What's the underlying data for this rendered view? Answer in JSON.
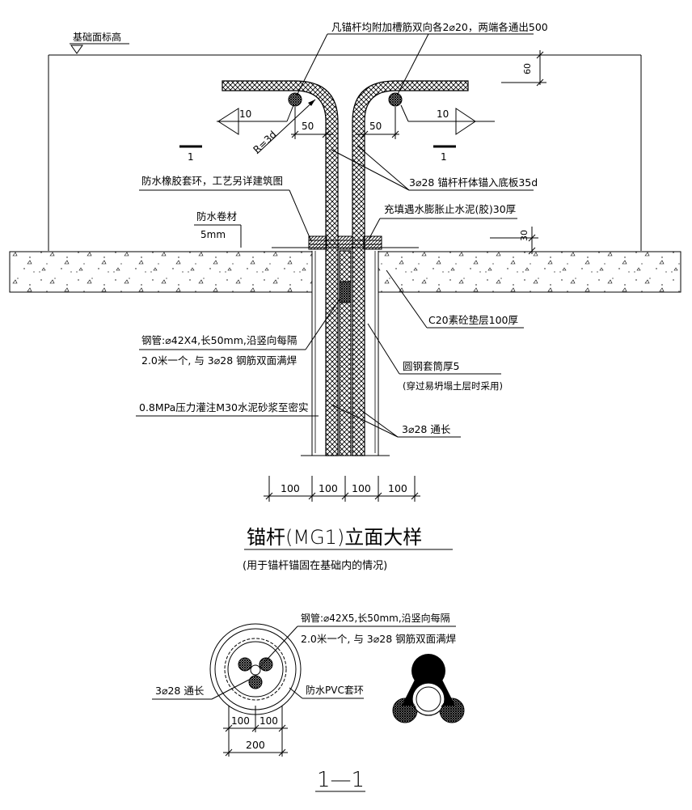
{
  "texts": {
    "foundation_top": "基础面标高",
    "note_hook_bars": "凡锚杆均附加槽筋双向各2⌀20，两端各通出500",
    "dim_60": "60",
    "section_mark_num": "10",
    "section_mark_num_right": "10",
    "radius": "R=3d",
    "dim_50_left": "50",
    "dim_50_right": "50",
    "section_label_left": "1",
    "section_label_right": "1",
    "note_rebar_anchor": "3⌀28  锚杆杆体锚入底板35d",
    "note_rubber_ring": "防水橡胶套环，工艺另详建筑图",
    "note_membrane": "防水卷材",
    "membrane_thk": "5mm",
    "note_fill": "充填遇水膨胀止水泥(胶)30厚",
    "dim_30": "30",
    "note_c20": "C20素砼垫层100厚",
    "note_pipe_1": "钢管:⌀42X4,长50mm,沿竖向每隔",
    "note_pipe_2": "2.0米一个, 与 3⌀28 钢筋双面满焊",
    "note_sleeve_1": "圆钢套筒厚5",
    "note_sleeve_2": "(穿过易坍塌土层时采用)",
    "note_grout": "0.8MPa压力灌注M30水泥砂浆至密实",
    "note_full_length": "3⌀28  通长",
    "dim_100_a": "100",
    "dim_100_b": "100",
    "dim_100_c": "100",
    "dim_100_d": "100",
    "title_main": "锚杆(MG1)立面大样",
    "title_sub": "(用于锚杆锚固在基础内的情况)",
    "sec_pipe_1": "钢管:⌀42X5,长50mm,沿竖向每隔",
    "sec_pipe_2": "2.0米一个, 与 3⌀28 钢筋双面满焊",
    "sec_rebar": "3⌀28  通长",
    "sec_pvc": "防水PVC套环",
    "sec_dim_100_a": "100",
    "sec_dim_100_b": "100",
    "sec_dim_200": "200",
    "title_section": "1—1"
  }
}
